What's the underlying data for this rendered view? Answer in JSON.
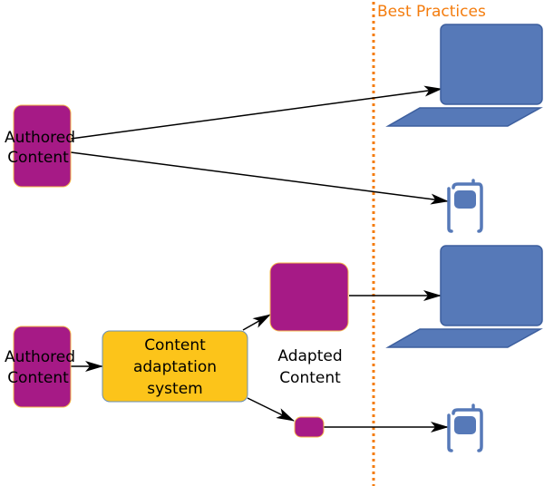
{
  "colors": {
    "content_box": "#a61a86",
    "content_border": "#f5b94a",
    "adaptation_box": "#fcc41a",
    "device": "#5679b8",
    "best_practices_line": "#f47c0d",
    "arrow": "#000000"
  },
  "best_practices": {
    "label": "Best Practices"
  },
  "top_scenario": {
    "authored_content": {
      "line1": "Authored",
      "line2": "Content"
    },
    "targets": [
      "laptop-icon",
      "mobile-phone-icon"
    ]
  },
  "bottom_scenario": {
    "authored_content": {
      "line1": "Authored",
      "line2": "Content"
    },
    "adaptation_system": {
      "line1": "Content",
      "line2": "adaptation",
      "line3": "system"
    },
    "adapted_content": {
      "line1": "Adapted",
      "line2": "Content"
    },
    "targets": [
      "laptop-icon",
      "mobile-phone-icon"
    ]
  }
}
